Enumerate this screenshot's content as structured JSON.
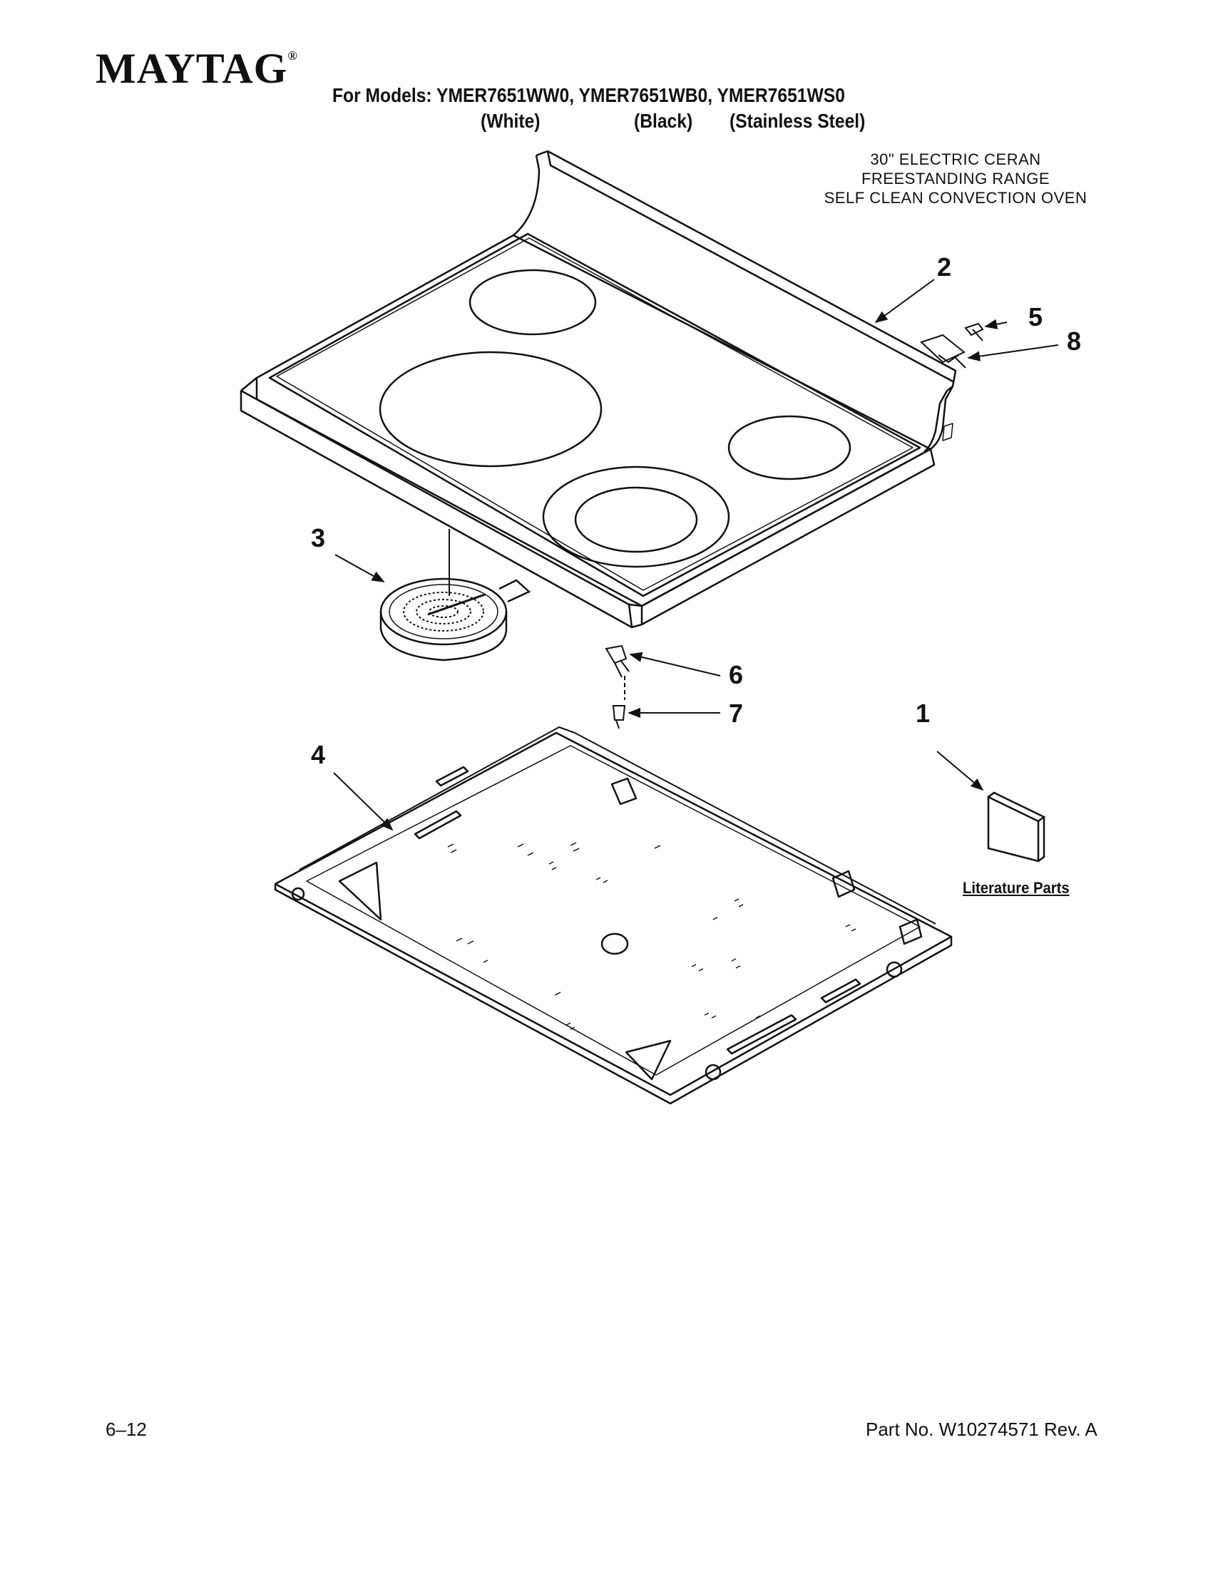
{
  "header": {
    "brand": "MAYTAG",
    "brand_mark": "®",
    "models_line": "For Models: YMER7651WW0, YMER7651WB0, YMER7651WS0",
    "variants": [
      "(White)",
      "(Black)",
      "(Stainless Steel)"
    ]
  },
  "description": [
    "30\" ELECTRIC CERAN",
    "FREESTANDING RANGE",
    "SELF CLEAN CONVECTION OVEN"
  ],
  "callouts": [
    "1",
    "2",
    "3",
    "4",
    "5",
    "6",
    "7",
    "8"
  ],
  "literature_label": "Literature Parts",
  "footer": {
    "date": "6–12",
    "part_no": "Part No. W10274571 Rev. A"
  }
}
